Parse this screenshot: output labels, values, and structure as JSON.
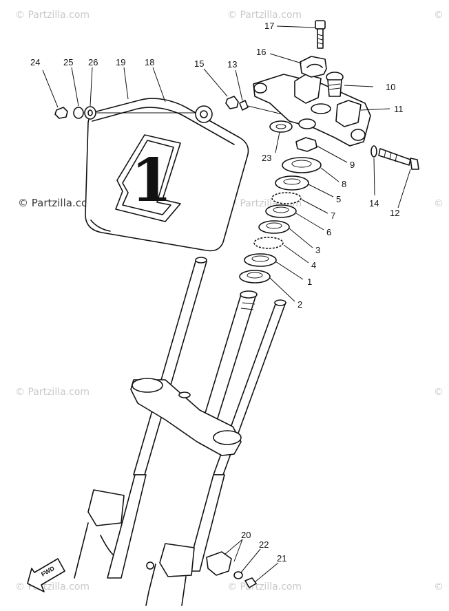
{
  "watermarks": [
    "© Partzilla.com",
    "© Partzilla.com",
    "©",
    "© Partzilla.com",
    "© Partzilla.com",
    "©",
    "© Partzilla.com",
    "©",
    "© Partzilla.com",
    "© Partzilla.com",
    "©"
  ],
  "number_plate_digit": "1",
  "fwd_label": "FWD",
  "callouts": [
    "17",
    "16",
    "10",
    "11",
    "24",
    "25",
    "26",
    "19",
    "18",
    "15",
    "13",
    "23",
    "9",
    "14",
    "12",
    "8",
    "5",
    "7",
    "6",
    "3",
    "4",
    "1",
    "2",
    "20",
    "22",
    "21"
  ]
}
